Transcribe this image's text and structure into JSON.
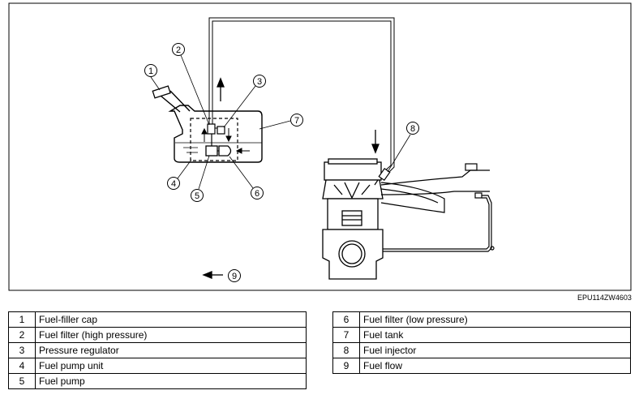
{
  "figure_code": "EPU114ZW4603",
  "callouts": [
    "1",
    "2",
    "3",
    "4",
    "5",
    "6",
    "7",
    "8",
    "9"
  ],
  "legend_left": [
    {
      "num": "1",
      "label": "Fuel-filler cap"
    },
    {
      "num": "2",
      "label": "Fuel filter (high pressure)"
    },
    {
      "num": "3",
      "label": "Pressure regulator"
    },
    {
      "num": "4",
      "label": "Fuel pump unit"
    },
    {
      "num": "5",
      "label": "Fuel pump"
    }
  ],
  "legend_right": [
    {
      "num": "6",
      "label": "Fuel filter (low pressure)"
    },
    {
      "num": "7",
      "label": "Fuel tank"
    },
    {
      "num": "8",
      "label": "Fuel injector"
    },
    {
      "num": "9",
      "label": "Fuel flow"
    }
  ]
}
